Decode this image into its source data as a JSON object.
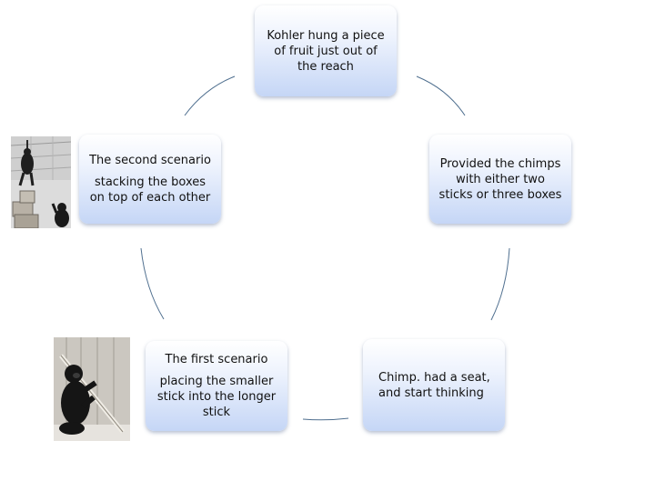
{
  "colors": {
    "box_top": "#ffffff",
    "box_bottom": "#c5d6f6",
    "connector": "#4f6f8f",
    "text": "#111111"
  },
  "nodes": [
    {
      "lines": [
        "Kohler hung a piece",
        "of fruit just out of",
        "the reach"
      ]
    },
    {
      "lines": [
        "Provided the chimps",
        "with either two",
        "sticks or three boxes"
      ]
    },
    {
      "lines": [
        "Chimp. had a seat,",
        "and start thinking"
      ]
    },
    {
      "heading": "The first scenario",
      "lines": [
        "placing the smaller",
        "stick into the longer",
        "stick"
      ]
    },
    {
      "heading": "The second scenario",
      "lines": [
        "stacking the boxes",
        "on top of each other"
      ]
    }
  ],
  "images": [
    {
      "name": "chimp-stacking-boxes-photo",
      "icon": "chimpanzee"
    },
    {
      "name": "chimp-with-sticks-photo",
      "icon": "chimpanzee"
    }
  ]
}
